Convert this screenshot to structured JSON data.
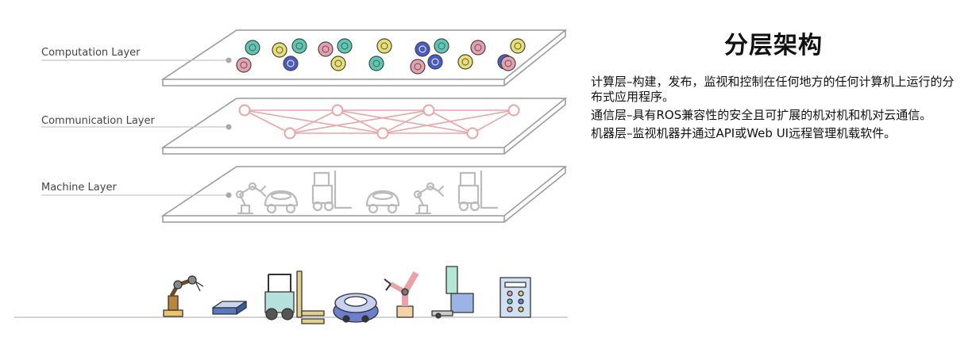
{
  "diagram": {
    "layers": [
      {
        "id": "computation",
        "label": "Computation Layer"
      },
      {
        "id": "communication",
        "label": "Communication Layer"
      },
      {
        "id": "machine",
        "label": "Machine Layer"
      }
    ],
    "colors": {
      "plate_stroke": "#999999",
      "network": "#e8a5a5",
      "robot_outline": "#bbbbbb",
      "node_teal": "#5cc9b5",
      "node_yellow": "#e8e070",
      "node_pink": "#e8a0b0",
      "node_blue": "#4a5bc4"
    },
    "computation_icons": [
      "teal",
      "yellow",
      "teal",
      "pink",
      "blue",
      "pink",
      "teal",
      "yellow",
      "teal",
      "yellow",
      "blue",
      "teal",
      "pink",
      "blue",
      "pink",
      "yellow",
      "yellow",
      "blue",
      "pink"
    ],
    "machine_icons": [
      "robot-arm-icon",
      "agv-icon",
      "forklift-icon",
      "agv-icon",
      "robot-arm-icon",
      "forklift-icon"
    ],
    "bottom_robots": [
      "robot-arm-icon",
      "pallet-icon",
      "forklift-icon",
      "round-robot-icon",
      "industrial-arm-icon",
      "pallet-truck-icon",
      "control-cabinet-icon"
    ]
  },
  "info": {
    "title": "分层架构",
    "paragraphs": [
      "计算层–构建，发布，监视和控制在任何地方的任何计算机上运行的分布式应用程序。",
      "通信层–具有ROS兼容性的安全且可扩展的机对机和机对云通信。",
      "机器层–监视机器并通过API或Web UI远程管理机载软件。"
    ]
  }
}
